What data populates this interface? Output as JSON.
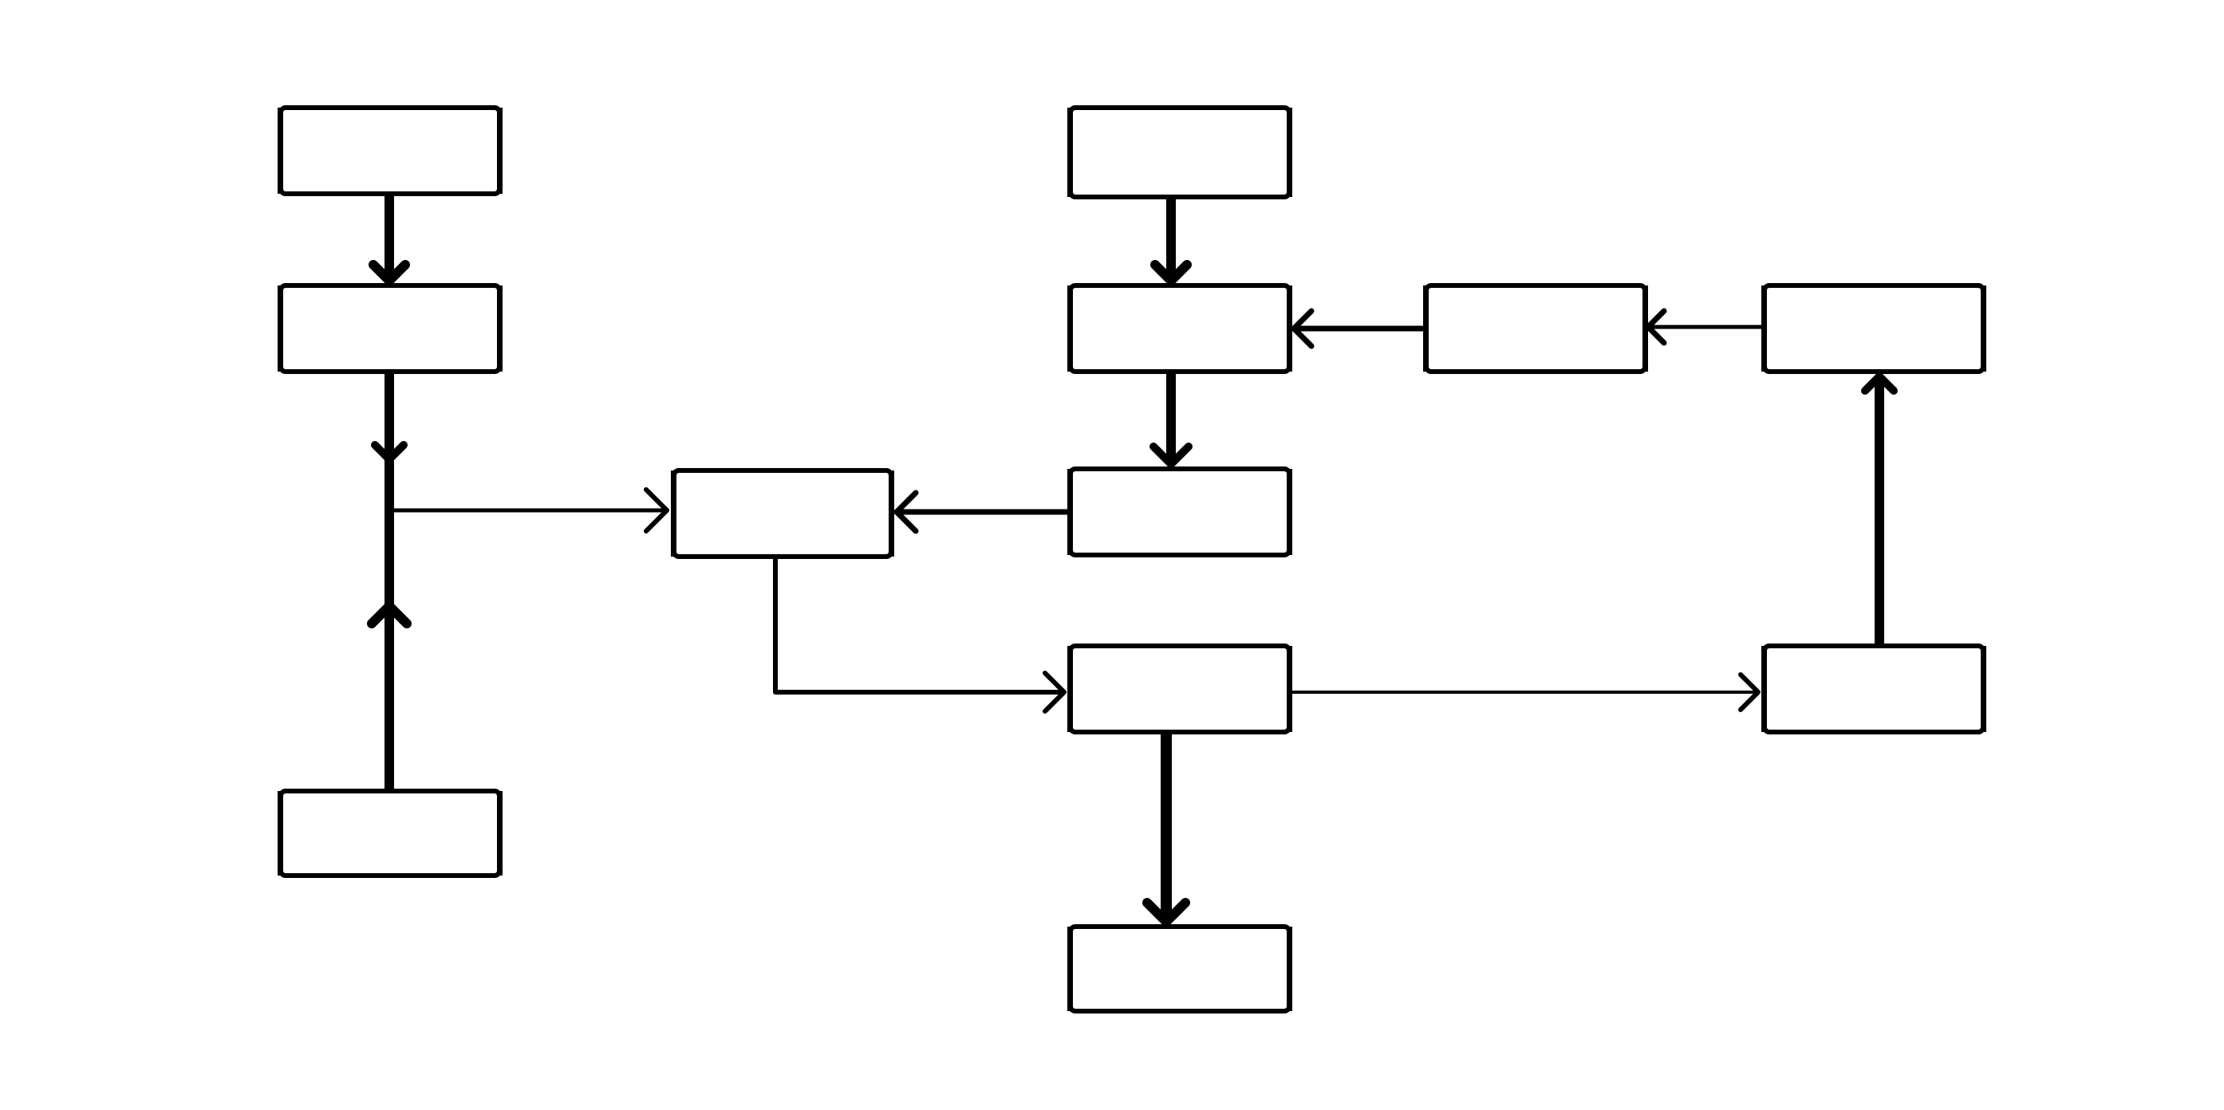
{
  "diagram": {
    "colors": {
      "background": "#ffffff",
      "stroke": "#000000",
      "box_fill": "#ffffff"
    },
    "nodes": [
      {
        "id": "n1",
        "label": ""
      },
      {
        "id": "n2",
        "label": ""
      },
      {
        "id": "n3",
        "label": ""
      },
      {
        "id": "n4",
        "label": ""
      },
      {
        "id": "n5",
        "label": ""
      },
      {
        "id": "n6",
        "label": ""
      },
      {
        "id": "n7",
        "label": ""
      },
      {
        "id": "n8",
        "label": ""
      },
      {
        "id": "n9",
        "label": ""
      },
      {
        "id": "n10",
        "label": ""
      },
      {
        "id": "n11",
        "label": ""
      },
      {
        "id": "n12",
        "label": ""
      },
      {
        "id": "n13",
        "label": ""
      }
    ],
    "edges": [
      {
        "from": "n1",
        "to": "n2"
      },
      {
        "from": "n2",
        "to": "junction"
      },
      {
        "from": "n3",
        "to": "junction"
      },
      {
        "from": "junction",
        "to": "n4"
      },
      {
        "from": "n5",
        "to": "n6"
      },
      {
        "from": "n6",
        "to": "n9"
      },
      {
        "from": "n9",
        "to": "n4"
      },
      {
        "from": "n7",
        "to": "n6"
      },
      {
        "from": "n8",
        "to": "n7"
      },
      {
        "from": "n4",
        "to": "n10"
      },
      {
        "from": "n10",
        "to": "n12"
      },
      {
        "from": "n10",
        "to": "n11"
      },
      {
        "from": "n12",
        "to": "n8"
      }
    ]
  }
}
